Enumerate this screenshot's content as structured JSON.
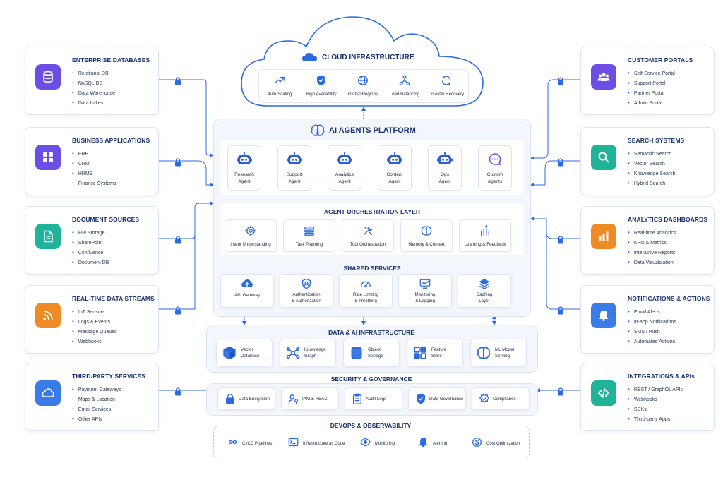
{
  "colors": {
    "accent": "#2d6ae0",
    "navy": "#15306b",
    "purple": "#6c4de6",
    "teal": "#1fb49a",
    "orange": "#f08a24",
    "blue": "#3a7be8"
  },
  "left": [
    {
      "title": "ENTERPRISE DATABASES",
      "icon": "database-icon",
      "items": [
        "Relational DB",
        "NoSQL DB",
        "Data Warehouse",
        "Data Lakes"
      ]
    },
    {
      "title": "BUSINESS APPLICATIONS",
      "icon": "apps-grid-icon",
      "items": [
        "ERP",
        "CRM",
        "HRMS",
        "Finance Systems"
      ]
    },
    {
      "title": "DOCUMENT SOURCES",
      "icon": "document-icon",
      "items": [
        "File Storage",
        "SharePoint",
        "Confluence",
        "Document DB"
      ]
    },
    {
      "title": "REAL-TIME DATA STREAMS",
      "icon": "rss-stream-icon",
      "items": [
        "IoT Sensors",
        "Logs & Events",
        "Message Queues",
        "Webhooks"
      ]
    },
    {
      "title": "THIRD-PARTY SERVICES",
      "icon": "cloud-icon",
      "items": [
        "Payment Gateways",
        "Maps & Location",
        "Email Services",
        "Other APIs"
      ]
    }
  ],
  "right": [
    {
      "title": "CUSTOMER PORTALS",
      "icon": "users-icon",
      "items": [
        "Self-Service Portal",
        "Support Portal",
        "Partner Portal",
        "Admin Portal"
      ]
    },
    {
      "title": "SEARCH SYSTEMS",
      "icon": "search-icon",
      "items": [
        "Semantic Search",
        "Vector Search",
        "Knowledge Search",
        "Hybrid Search"
      ]
    },
    {
      "title": "ANALYTICS DASHBOARDS",
      "icon": "bar-chart-icon",
      "items": [
        "Real-time Analytics",
        "KPIs & Metrics",
        "Interactive Reports",
        "Data Visualization"
      ]
    },
    {
      "title": "NOTIFICATIONS & ACTIONS",
      "icon": "bell-icon",
      "items": [
        "Email Alerts",
        "In-app Notifications",
        "SMS / Push",
        "Automated Actions"
      ]
    },
    {
      "title": "INTEGRATIONS & APIs",
      "icon": "code-icon",
      "items": [
        "REST / GraphQL APIs",
        "Webhooks",
        "SDKs",
        "Third-party Apps"
      ]
    }
  ],
  "cloud": {
    "title": "CLOUD INFRASTRUCTURE",
    "items": [
      "Auto Scaling",
      "High Availability",
      "Global Regions",
      "Load Balancing",
      "Disaster Recovery"
    ]
  },
  "platform": {
    "title": "AI AGENTS PLATFORM",
    "agents": [
      [
        "Research",
        "Agent"
      ],
      [
        "Support",
        "Agent"
      ],
      [
        "Analytics",
        "Agent"
      ],
      [
        "Content",
        "Agent"
      ],
      [
        "Ops",
        "Agent"
      ],
      [
        "Custom",
        "Agents"
      ]
    ]
  },
  "orchestration": {
    "title": "AGENT ORCHESTRATION LAYER",
    "items": [
      "Intent Understanding",
      "Task Planning",
      "Tool Orchestration",
      "Memory & Context",
      "Learning & Feedback"
    ]
  },
  "shared": {
    "title": "SHARED SERVICES",
    "items": [
      [
        "API Gateway"
      ],
      [
        "Authentication",
        "& Authorization"
      ],
      [
        "Rate Limiting",
        "& Throttling"
      ],
      [
        "Monitoring",
        "& Logging"
      ],
      [
        "Caching",
        "Layer"
      ]
    ]
  },
  "data_infra": {
    "title": "DATA & AI INFRASTRUCTURE",
    "items": [
      [
        "Vector",
        "Database"
      ],
      [
        "Knowledge",
        "Graph"
      ],
      [
        "Object",
        "Storage"
      ],
      [
        "Feature",
        "Store"
      ],
      [
        "ML Model",
        "Serving"
      ]
    ]
  },
  "security": {
    "title": "SECURITY & GOVERNANCE",
    "items": [
      "Data Encryption",
      "IAM & RBAC",
      "Audit Logs",
      "Data Governance",
      "Compliance"
    ]
  },
  "devops": {
    "title": "DEVOPS & OBSERVABILITY",
    "items": [
      "CI/CD Pipelines",
      "Infrastructure as Code",
      "Monitoring",
      "Alerting",
      "Cost Optimization"
    ]
  }
}
